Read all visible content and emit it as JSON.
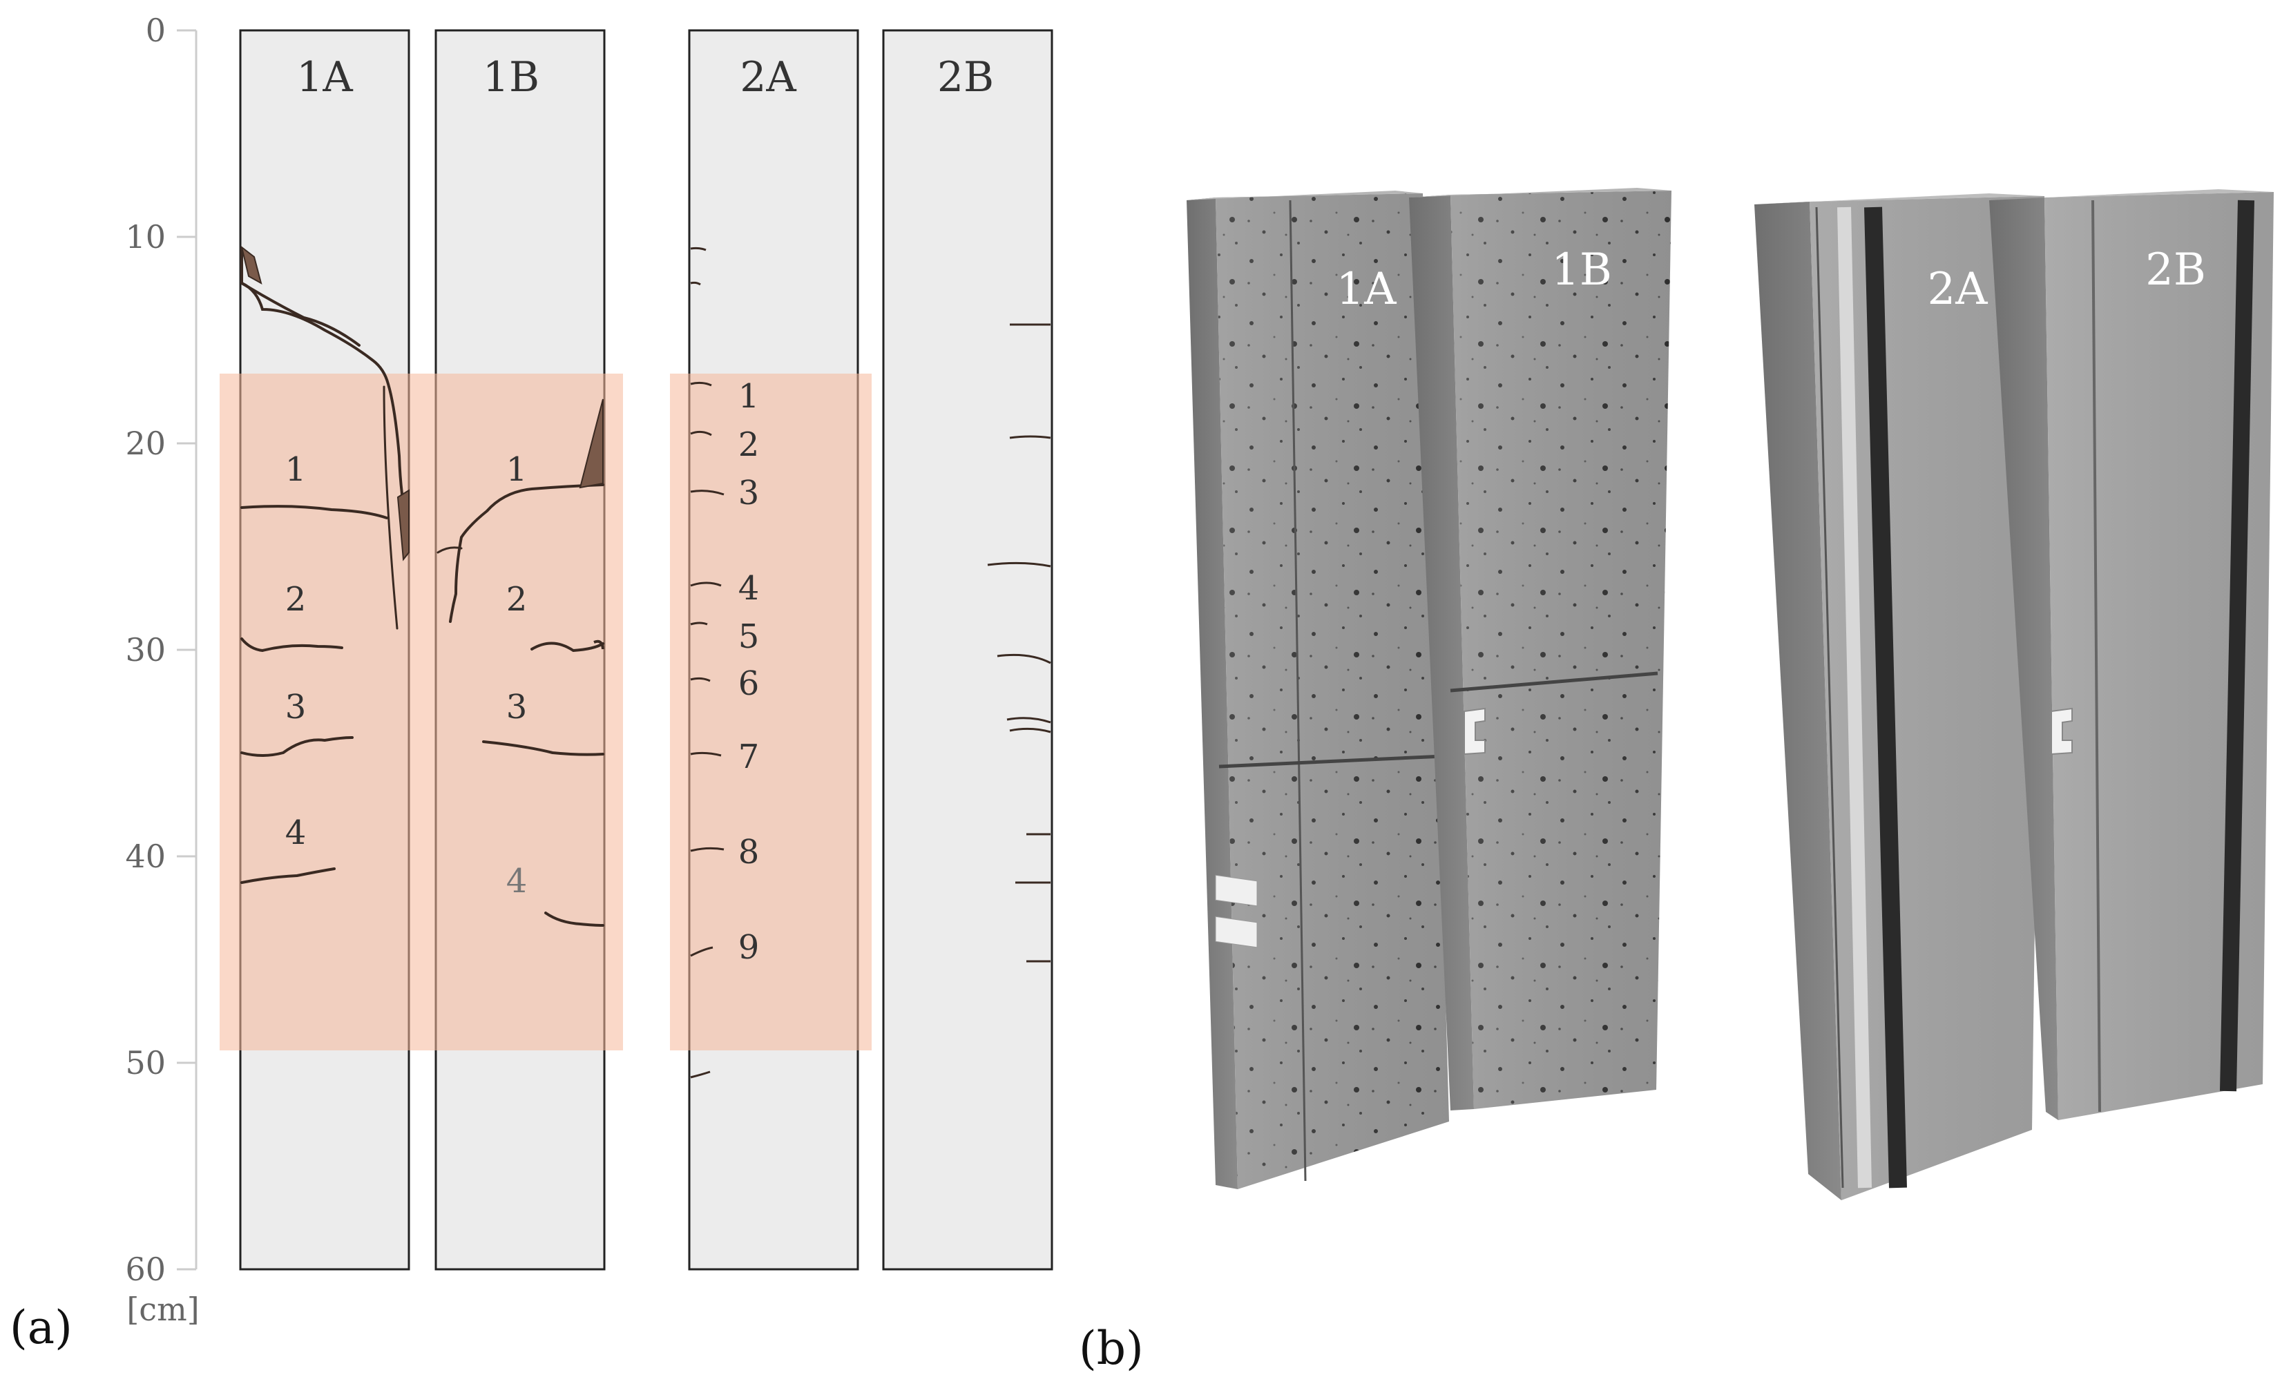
{
  "panel_a": {
    "letter": "(a)",
    "unit": "[cm]",
    "axis_ticks": [
      "0",
      "10",
      "20",
      "30",
      "40",
      "50",
      "60"
    ],
    "axis_range": [
      0,
      60
    ],
    "highlight_zone_cm": [
      16.5,
      49.3
    ],
    "specimens": [
      "1A",
      "1B",
      "2A",
      "2B"
    ],
    "crack_labels": {
      "s1A": [
        "1",
        "2",
        "3",
        "4"
      ],
      "s1B": [
        "1",
        "2",
        "3",
        "4"
      ],
      "s2A": [
        "1",
        "2",
        "3",
        "4",
        "5",
        "6",
        "7",
        "8",
        "9"
      ]
    },
    "colors": {
      "highlight": "#f5b89b",
      "specimen_fill": "#ececec",
      "spalling": "#7a5a4a",
      "crack": "#3a2a22"
    }
  },
  "panel_b": {
    "letter": "(b)",
    "labels": [
      "1A",
      "1B",
      "2A",
      "2B"
    ]
  }
}
